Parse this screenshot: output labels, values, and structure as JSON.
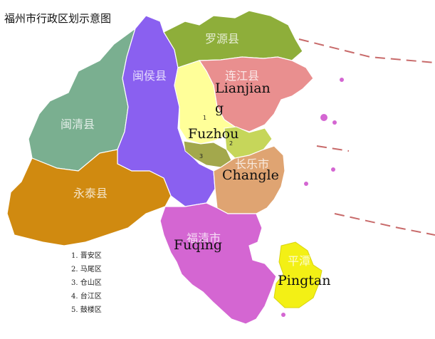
{
  "title": "福州市行政区划示意图",
  "regions": [
    {
      "id": "luoyuan",
      "cn": "罗源县",
      "color": "#8eae3a"
    },
    {
      "id": "minhou",
      "cn": "闽侯县",
      "color": "#8a60f0"
    },
    {
      "id": "minqing",
      "cn": "闽清县",
      "color": "#7aaf90"
    },
    {
      "id": "lianjiang",
      "cn": "连江县",
      "en": "Lianjian g",
      "color": "#e98f8f"
    },
    {
      "id": "yongtai",
      "cn": "永泰县",
      "color": "#d08a10"
    },
    {
      "id": "changle",
      "cn": "长乐市",
      "en": "Changle",
      "color": "#dfa472"
    },
    {
      "id": "fuqing",
      "cn": "福清市",
      "en": "Fuqing",
      "color": "#d466d2"
    },
    {
      "id": "pingtan",
      "cn": "平潭",
      "en": "Pingtan",
      "color": "#f3f015"
    },
    {
      "id": "fuzhou",
      "en": "Fuzhou",
      "color": "#ffff99"
    }
  ],
  "district_numbers": [
    "1",
    "2",
    "3"
  ],
  "legend": [
    "1. 晋安区",
    "2. 马尾区",
    "3. 仓山区",
    "4. 台江区",
    "5. 鼓楼区"
  ]
}
